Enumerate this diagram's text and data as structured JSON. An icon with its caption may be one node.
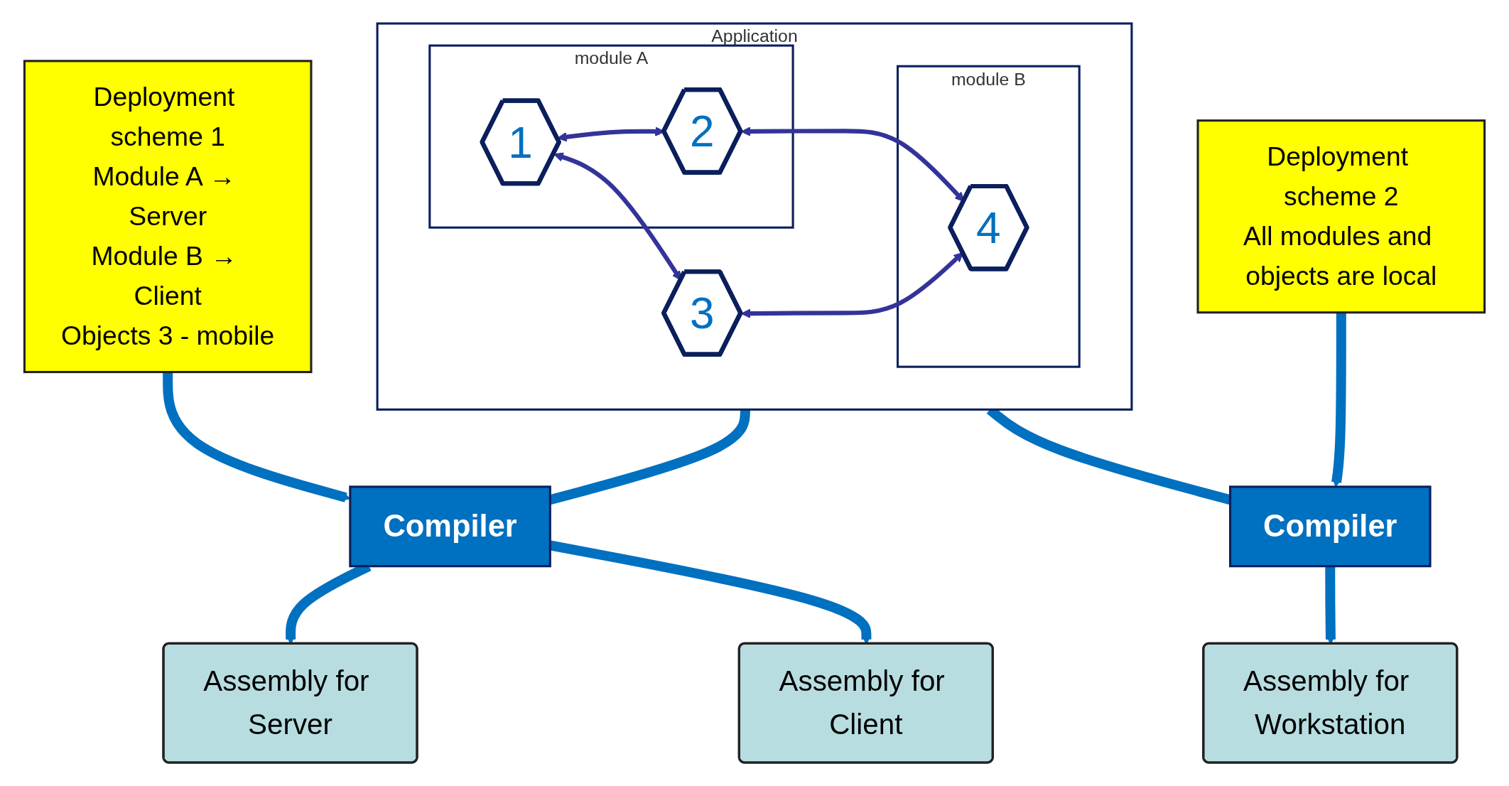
{
  "diagram": {
    "nodes": [
      {
        "text": [
          "Application"
        ]
      },
      {
        "text": [
          "module A"
        ],
        "in": 0
      },
      {
        "text": [
          "module B"
        ],
        "in": 0
      },
      {
        "text": [
          "1"
        ],
        "in": 1
      },
      {
        "text": [
          "2"
        ],
        "in": 1
      },
      {
        "text": [
          "3"
        ],
        "in": 0
      },
      {
        "text": [
          "4"
        ],
        "in": 2
      },
      {
        "text": [
          "Compiler"
        ]
      },
      {
        "text": [
          "Deployment scheme 1",
          "Module A → Server",
          "Module B → Client",
          "Objects 3 - mobile"
        ]
      },
      {
        "text": [
          "Compiler"
        ]
      },
      {
        "text": [
          "Deployment scheme 2",
          "All modules and objects are local"
        ]
      },
      {
        "text": [
          "Assembly for Server"
        ]
      },
      {
        "text": [
          "Assembly for Client"
        ]
      },
      {
        "text": [
          "Assembly for Workstation"
        ]
      }
    ],
    "edges": [
      {
        "from": 3,
        "to": 4,
        "arrow": "both",
        "color": "#333399"
      },
      {
        "from": 4,
        "to": 6,
        "arrow": "both",
        "color": "#333399"
      },
      {
        "from": 3,
        "to": 5,
        "arrow": "both",
        "color": "#333399"
      },
      {
        "from": 5,
        "to": 6,
        "arrow": "both",
        "color": "#333399"
      },
      {
        "from": 0,
        "to": 7,
        "arrow": "none"
      },
      {
        "from": 7,
        "to": 11,
        "arrow": "to"
      },
      {
        "from": 7,
        "to": 12,
        "arrow": "to"
      },
      {
        "from": 8,
        "to": 7,
        "arrow": "to"
      },
      {
        "from": 0,
        "to": 9,
        "arrow": "none"
      },
      {
        "from": 9,
        "to": 13,
        "arrow": "to"
      },
      {
        "from": 10,
        "to": 9,
        "arrow": "to"
      }
    ]
  }
}
